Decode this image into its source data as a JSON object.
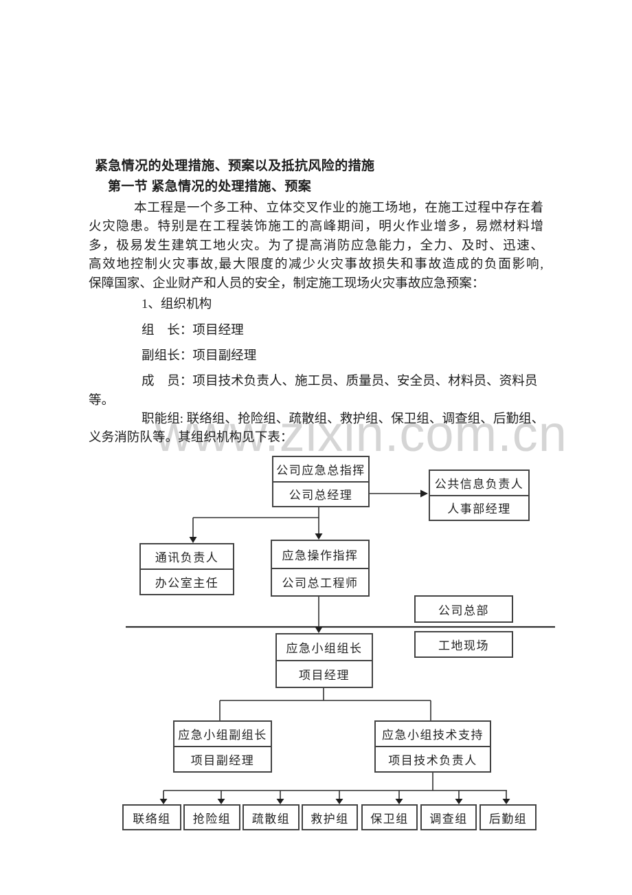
{
  "document": {
    "title": "紧急情况的处理措施、预案以及抵抗风险的措施",
    "heading": "第一节 紧急情况的处理措施、预案",
    "paragraph_lines": [
      "本工程是一个多工种、立体交叉作业的施工场地，在施工过程中存在着",
      "火灾隐患。特别是在工程装饰施工的高峰期间，明火作业增多，易燃材料增",
      "多，极易发生建筑工地火灾。为了提高消防应急能力，全力、及时、迅速、",
      "高效地控制火灾事故,最大限度的减少火灾事故损失和事故造成的负面影响,",
      "保障国家、企业财产和人员的安全，制定施工现场火灾事故应急预案："
    ],
    "items": {
      "org_title": "1、组织机构",
      "leader": "组　长：项目经理",
      "deputy": "副组长：项目副经理",
      "members_line1": "成　员：项目技术负责人、施工员、质量员、安全员、材料员、资料员",
      "members_line2": "等。",
      "func_line1": "职能组: 联络组、抢险组、疏散组、救护组、保卫组、调查组、后勤组、",
      "func_line2": "义务消防队等。其组织机构见下表："
    }
  },
  "watermark": {
    "text": "www.zixin.com.cn",
    "color": "#d5d5d5"
  },
  "org_chart": {
    "company_commander": {
      "top": "公司应急总指挥",
      "bottom": "公司总经理"
    },
    "public_info": {
      "top": "公共信息负责人",
      "bottom": "人事部经理"
    },
    "communication": {
      "top": "通讯负责人",
      "bottom": "办公室主任"
    },
    "operation_command": {
      "top": "应急操作指挥",
      "bottom": "公司总工程师"
    },
    "hq_label": "公司总部",
    "site_label": "工地现场",
    "team_leader": {
      "top": "应急小组组长",
      "bottom": "项目经理"
    },
    "team_deputy": {
      "top": "应急小组副组长",
      "bottom": "项目副经理"
    },
    "team_tech": {
      "top": "应急小组技术支持",
      "bottom": "项目技术负责人"
    },
    "groups": [
      "联络组",
      "抢险组",
      "疏散组",
      "救护组",
      "保卫组",
      "调查组",
      "后勤组"
    ],
    "line_color": "#303030",
    "border_color": "#424242"
  }
}
